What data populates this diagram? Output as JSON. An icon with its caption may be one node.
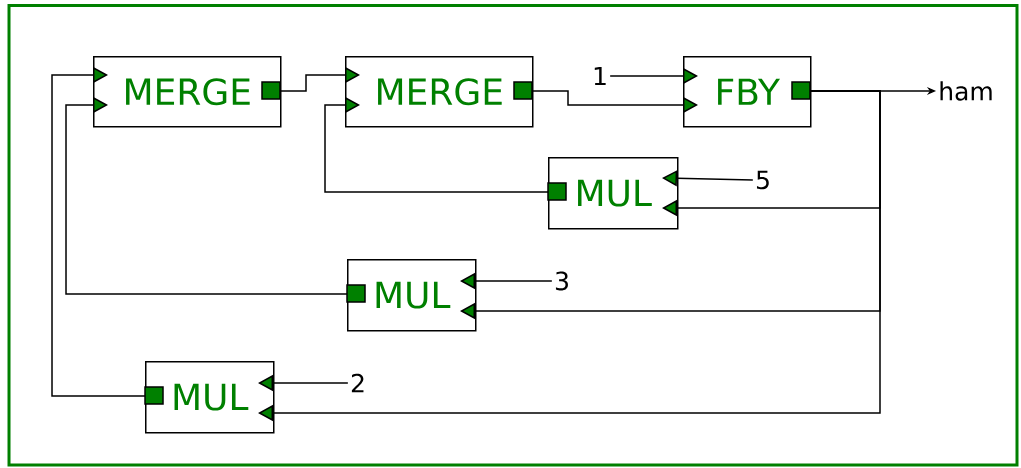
{
  "diagram": {
    "nodes": [
      {
        "text": [
          "MERGE"
        ]
      },
      {
        "text": [
          "MERGE"
        ]
      },
      {
        "text": [
          "FBY"
        ]
      },
      {
        "text": [
          "MUL"
        ]
      },
      {
        "text": [
          "MUL"
        ]
      },
      {
        "text": [
          "MUL"
        ]
      },
      {
        "text": [
          "1"
        ]
      },
      {
        "text": [
          "5"
        ]
      },
      {
        "text": [
          "3"
        ]
      },
      {
        "text": [
          "2"
        ]
      },
      {
        "text": [
          "ham"
        ]
      }
    ],
    "edges": [
      {
        "from": 0,
        "to": 1,
        "arrow": "to"
      },
      {
        "from": 1,
        "to": 2,
        "arrow": "to"
      },
      {
        "from": 6,
        "to": 2,
        "arrow": "to"
      },
      {
        "from": 2,
        "to": 10,
        "arrow": "to"
      },
      {
        "from": 2,
        "to": 3,
        "arrow": "to"
      },
      {
        "from": 2,
        "to": 4,
        "arrow": "to"
      },
      {
        "from": 2,
        "to": 5,
        "arrow": "to"
      },
      {
        "from": 7,
        "to": 3,
        "arrow": "to"
      },
      {
        "from": 8,
        "to": 4,
        "arrow": "to"
      },
      {
        "from": 9,
        "to": 5,
        "arrow": "to"
      },
      {
        "from": 3,
        "to": 1,
        "arrow": "to"
      },
      {
        "from": 4,
        "to": 0,
        "arrow": "to"
      },
      {
        "from": 5,
        "to": 0,
        "arrow": "to"
      }
    ]
  }
}
